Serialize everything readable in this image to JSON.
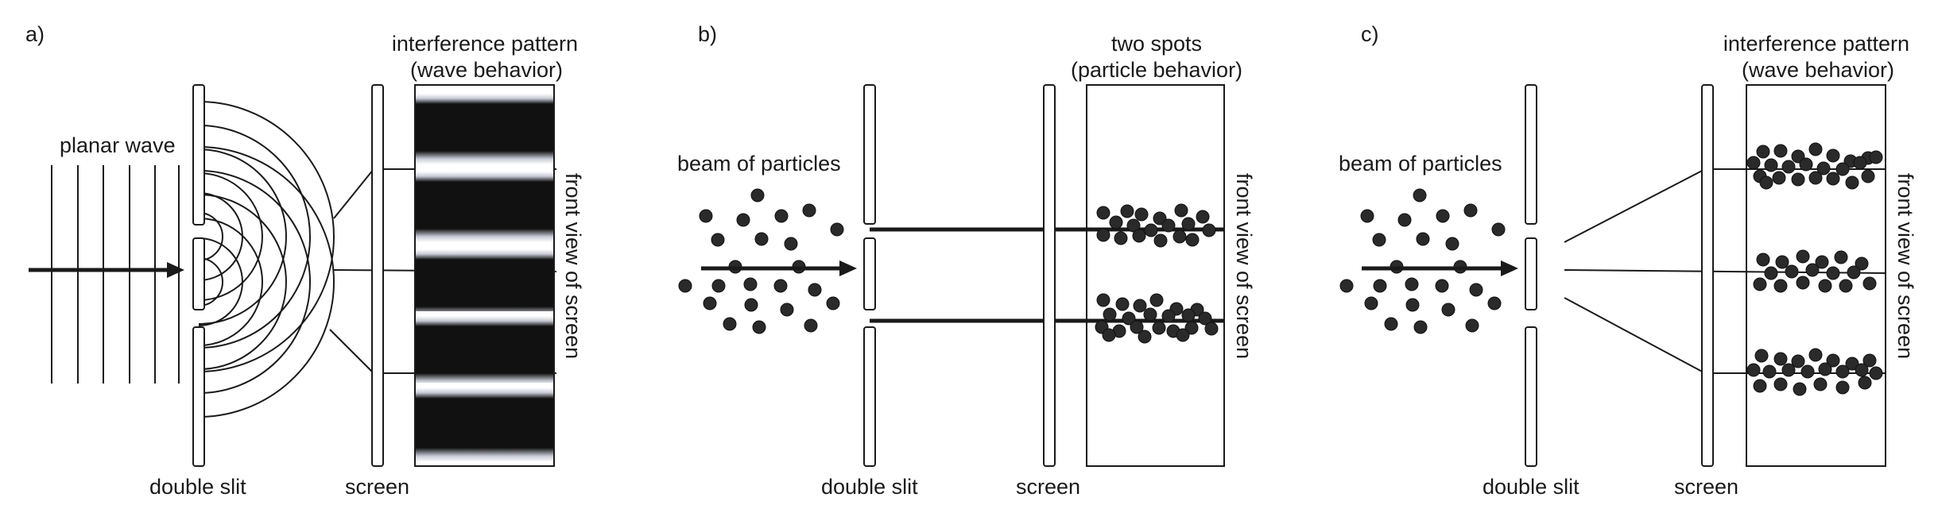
{
  "panel_a": {
    "panel_label": "a)",
    "planar_wave": "planar wave",
    "double_slit": "double slit",
    "screen": "screen",
    "pattern_title_line1": "interference pattern",
    "pattern_title_line2": "(wave behavior)",
    "front_view": "front view of screen"
  },
  "panel_b": {
    "panel_label": "b)",
    "beam": "beam of particles",
    "double_slit": "double slit",
    "screen": "screen",
    "pattern_title_line1": "two spots",
    "pattern_title_line2": "(particle behavior)",
    "front_view": "front view of screen"
  },
  "panel_c": {
    "panel_label": "c)",
    "beam": "beam of particles",
    "double_slit": "double slit",
    "screen": "screen",
    "pattern_title_line1": "interference pattern",
    "pattern_title_line2": "(wave behavior)",
    "front_view": "front view of screen"
  },
  "colors": {
    "ink": "#1a1a1a",
    "particle": "#2a2a2a",
    "dark_band": "#111111"
  }
}
